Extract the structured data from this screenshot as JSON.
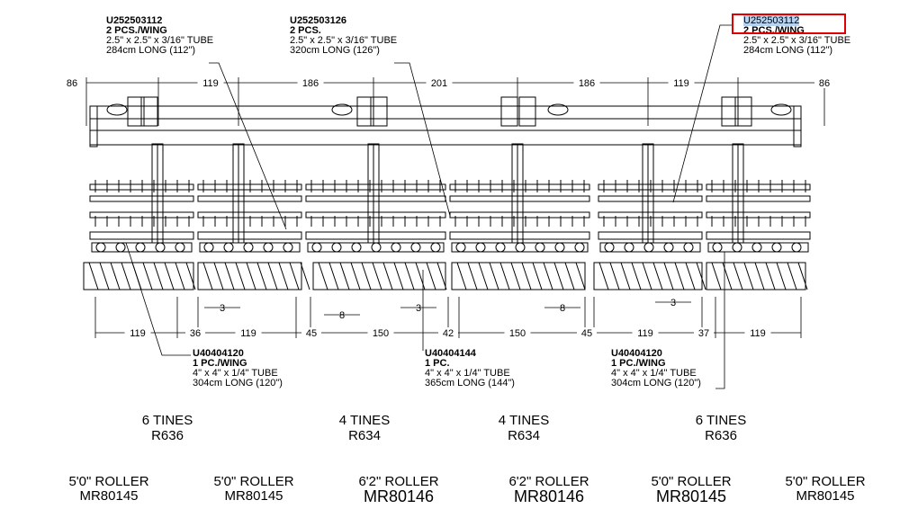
{
  "parts_top": [
    {
      "number": "U252503112",
      "qty": "2 PCS./WING",
      "spec": "2.5\" x 2.5\" x 3/16\" TUBE",
      "length": "284cm LONG (112\")"
    },
    {
      "number": "U252503126",
      "qty": "2 PCS.",
      "spec": "2.5\" x 2.5\" x 3/16\" TUBE",
      "length": "320cm LONG (126\")"
    },
    {
      "number": "U252503112",
      "qty": "2 PCS./WING",
      "spec": "2.5\" x 2.5\" x 3/16\" TUBE",
      "length": "284cm LONG (112\")"
    }
  ],
  "parts_bottom": [
    {
      "number": "U40404120",
      "qty": "1 PC./WING",
      "spec": "4\" x 4\" x 1/4\" TUBE",
      "length": "304cm LONG (120\")"
    },
    {
      "number": "U40404144",
      "qty": "1 PC.",
      "spec": "4\" x 4\" x 1/4\" TUBE",
      "length": "365cm LONG (144\")"
    },
    {
      "number": "U40404120",
      "qty": "1 PC./WING",
      "spec": "4\" x 4\" x 1/4\" TUBE",
      "length": "304cm LONG (120\")"
    }
  ],
  "top_dims": [
    "86",
    "119",
    "186",
    "201",
    "186",
    "119",
    "86"
  ],
  "bottom_dims": [
    "119",
    "36",
    "119",
    "45",
    "150",
    "42",
    "150",
    "45",
    "119",
    "37",
    "119"
  ],
  "gap_dims": [
    "3",
    "8",
    "3",
    "8",
    "3"
  ],
  "tines": [
    {
      "count": "6 TINES",
      "model": "R636"
    },
    {
      "count": "4 TINES",
      "model": "R634"
    },
    {
      "count": "4 TINES",
      "model": "R634"
    },
    {
      "count": "6 TINES",
      "model": "R636"
    }
  ],
  "rollers": [
    {
      "size": "5'0\" ROLLER",
      "model": "MR80145"
    },
    {
      "size": "5'0\" ROLLER",
      "model": "MR80145"
    },
    {
      "size": "6'2\" ROLLER",
      "model": "MR80146"
    },
    {
      "size": "6'2\" ROLLER",
      "model": "MR80146"
    },
    {
      "size": "5'0\" ROLLER",
      "model": "MR80145"
    },
    {
      "size": "5'0\" ROLLER",
      "model": "MR80145"
    }
  ],
  "highlight_color": "#e00000"
}
